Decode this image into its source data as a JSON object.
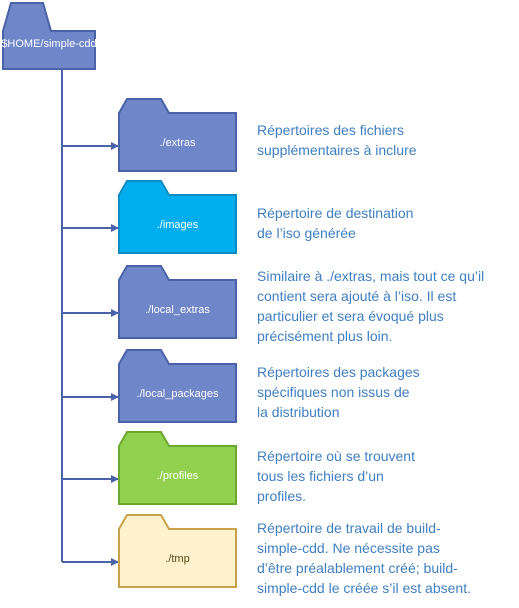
{
  "root": {
    "label": "$HOME/simple-cdd"
  },
  "colors": {
    "blue_fill": "#6f87c9",
    "blue_stroke": "#4a62a8",
    "cyan_fill": "#00aeef",
    "cyan_stroke": "#0b8cc4",
    "green_fill": "#92d050",
    "green_stroke": "#6aa82f",
    "yellow_fill": "#fff2cc",
    "yellow_stroke": "#c8a24b",
    "connector": "#4a62a8",
    "desc_text": "#3f7fc2"
  },
  "folders": [
    {
      "label": "./extras",
      "description": "Répertoires des fichiers\nsupplémentaires à inclure",
      "theme": "blue"
    },
    {
      "label": "./images",
      "description": "Répertoire de destination\nde l’iso générée",
      "theme": "cyan"
    },
    {
      "label": "./local_extras",
      "description": "Similaire à ./extras, mais tout ce qu’il\ncontient sera ajouté à l’iso. Il est\nparticulier et sera évoqué plus\nprécisément plus loin.",
      "theme": "blue"
    },
    {
      "label": "./local_packages",
      "description": "Répertoires des packages\nspécifiques non issus de\nla distribution",
      "theme": "blue"
    },
    {
      "label": "./profiles",
      "description": "Répertoire où se trouvent\ntous les fichiers d’un\nprofiles.",
      "theme": "green"
    },
    {
      "label": "./tmp",
      "description": "Répertoire de travail de build-\nsimple-cdd. Ne nécessite pas\nd’être préalablement créé; build-\nsimple-cdd le créée s’il est absent.",
      "theme": "yellow"
    }
  ]
}
